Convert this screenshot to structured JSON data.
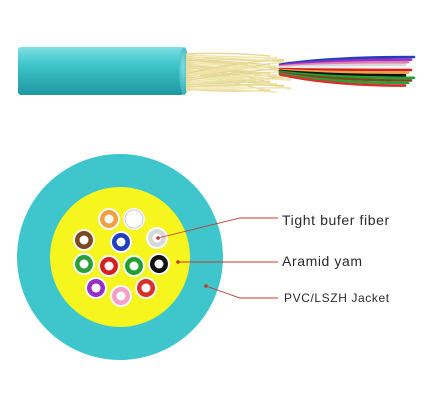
{
  "labels": {
    "tight_buffer": "Tight bufer fiber",
    "aramid": "Aramid yam",
    "jacket": "PVC/LSZH Jacket"
  },
  "colors": {
    "jacket": "#3fc6cc",
    "jacket_dark": "#2aa9b2",
    "aramid": "#f5f51c",
    "leader_line": "#c0392b",
    "fibers": [
      "#f0a040",
      "#ffffff",
      "#7a4a1e",
      "#1f3fbf",
      "#d8d8d8",
      "#2aa03a",
      "#d42020",
      "#1fa030",
      "#111111",
      "#9b2ec7",
      "#f2a0c8",
      "#d8302a"
    ]
  },
  "fiber_names": [
    "orange",
    "white",
    "brown",
    "blue",
    "slate",
    "green",
    "red",
    "aqua-green",
    "black",
    "violet",
    "rose",
    "red-2"
  ]
}
